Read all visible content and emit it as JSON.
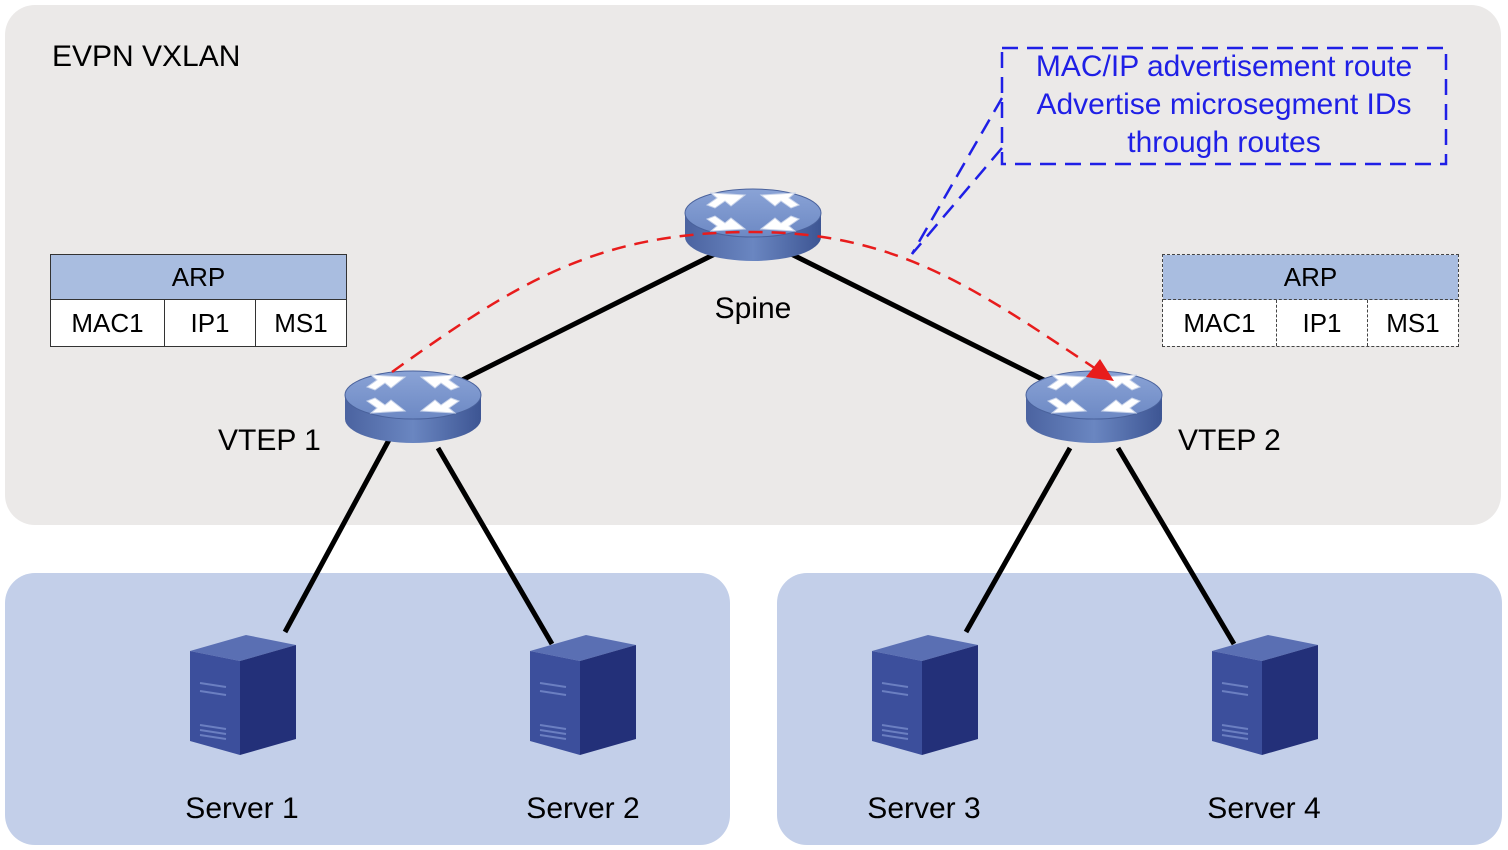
{
  "region": {
    "title": "EVPN VXLAN"
  },
  "devices": {
    "spine": {
      "label": "Spine"
    },
    "vtep1": {
      "label": "VTEP 1"
    },
    "vtep2": {
      "label": "VTEP 2"
    }
  },
  "servers": [
    {
      "label": "Server 1"
    },
    {
      "label": "Server 2"
    },
    {
      "label": "Server 3"
    },
    {
      "label": "Server 4"
    }
  ],
  "arp_tables": {
    "vtep1": {
      "title": "ARP",
      "mac": "MAC1",
      "ip": "IP1",
      "ms": "MS1"
    },
    "vtep2": {
      "title": "ARP",
      "mac": "MAC1",
      "ip": "IP1",
      "ms": "MS1"
    }
  },
  "callout": {
    "line1": "MAC/IP advertisement route",
    "line2": "Advertise microsegment IDs",
    "line3": "through routes"
  },
  "colors": {
    "route_path": "#e81c1c",
    "callout_text": "#1f1fe6",
    "device_body": "#5f7bb7",
    "server_body": "#2f3f8f"
  }
}
